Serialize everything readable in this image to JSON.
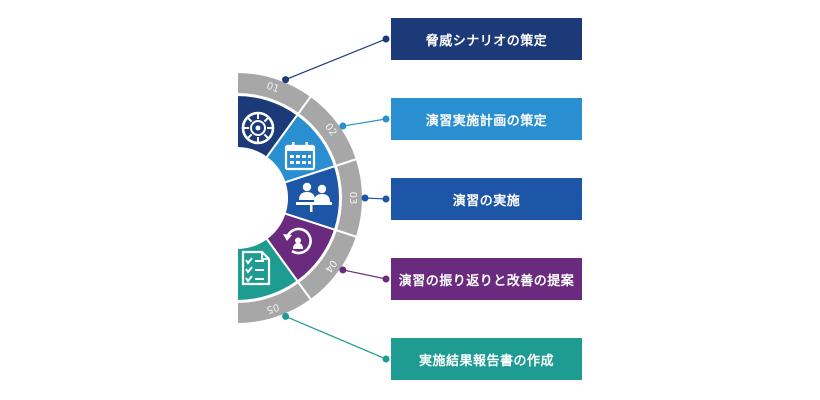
{
  "steps": [
    {
      "number": "01",
      "label": "脅威シナリオの策定",
      "color": "#1c3a78",
      "icon": "roulette-wheel-icon"
    },
    {
      "number": "02",
      "label": "演習実施計画の策定",
      "color": "#2a8fd0",
      "icon": "calendar-icon"
    },
    {
      "number": "03",
      "label": "演習の実施",
      "color": "#1d55a7",
      "icon": "meeting-people-icon"
    },
    {
      "number": "04",
      "label": "演習の振り返りと改善の提案",
      "color": "#6a2a7e",
      "icon": "review-cycle-icon"
    },
    {
      "number": "05",
      "label": "実施結果報告書の作成",
      "color": "#1e9c92",
      "icon": "report-checklist-icon"
    }
  ],
  "colors": {
    "outer_ring": "#a7a7a7",
    "outer_ring_separator": "#ffffff"
  }
}
